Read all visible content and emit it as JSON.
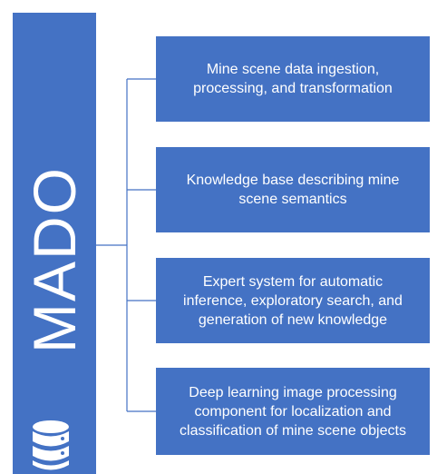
{
  "title": "MADO",
  "icons": {
    "database": "database-icon"
  },
  "colors": {
    "box_fill": "#4472c4",
    "text": "#ffffff",
    "connector": "#4472c4"
  },
  "components": [
    {
      "label": "Mine scene data ingestion,\nprocessing, and transformation"
    },
    {
      "label": "Knowledge base describing mine\nscene semantics"
    },
    {
      "label": "Expert system for automatic\ninference, exploratory search, and\ngeneration of new knowledge"
    },
    {
      "label": "Deep learning image processing\ncomponent for localization and\nclassification of mine scene objects"
    }
  ]
}
